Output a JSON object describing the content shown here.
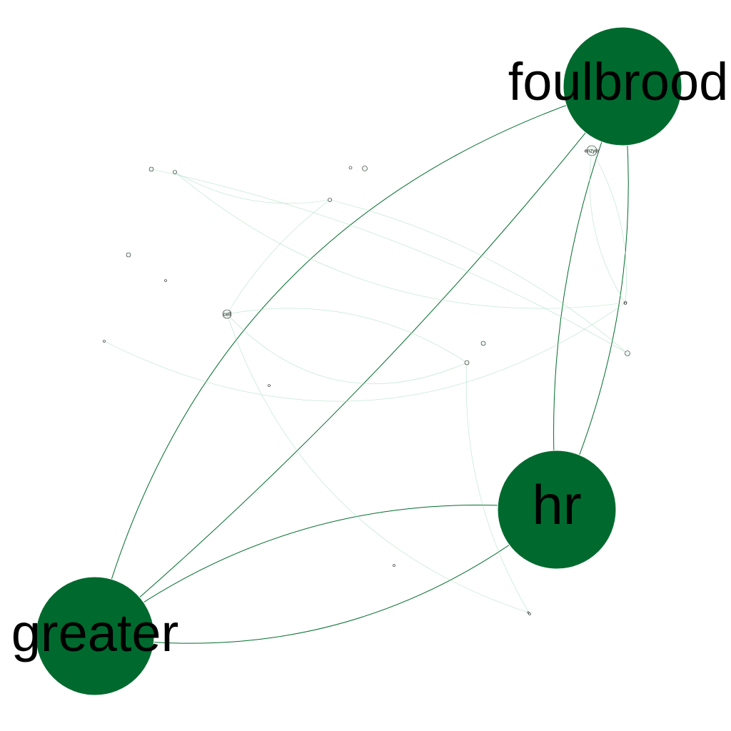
{
  "colors": {
    "hub_fill": "#006a2e",
    "strong_edge": "#006d2c",
    "weak_edge": "#a8dcc0",
    "small_node_fill": "#edf8f1"
  },
  "hubs": [
    {
      "id": "foulbrood",
      "label": "foulbrood"
    },
    {
      "id": "hr",
      "label": "hr"
    },
    {
      "id": "greater",
      "label": "greater"
    }
  ],
  "small_nodes": [
    {
      "id": "enzym",
      "label": "enzym"
    },
    {
      "id": "cell",
      "label": "cell"
    },
    {
      "id": "n3",
      "label": ""
    },
    {
      "id": "n4",
      "label": ""
    },
    {
      "id": "n5",
      "label": ""
    },
    {
      "id": "n6",
      "label": ""
    },
    {
      "id": "n7",
      "label": ""
    },
    {
      "id": "n8",
      "label": ""
    },
    {
      "id": "n9",
      "label": ""
    },
    {
      "id": "n10",
      "label": ""
    },
    {
      "id": "n11",
      "label": ""
    },
    {
      "id": "n12",
      "label": ""
    },
    {
      "id": "n13",
      "label": ""
    },
    {
      "id": "n14",
      "label": ""
    },
    {
      "id": "n15",
      "label": ""
    },
    {
      "id": "n16",
      "label": ""
    },
    {
      "id": "n17",
      "label": ""
    },
    {
      "id": "n18",
      "label": ""
    },
    {
      "id": "n19",
      "label": ""
    }
  ],
  "edges": [
    {
      "from": "foulbrood",
      "to": "greater",
      "strength": "strong"
    },
    {
      "from": "foulbrood",
      "to": "greater",
      "strength": "strong"
    },
    {
      "from": "foulbrood",
      "to": "hr",
      "strength": "strong"
    },
    {
      "from": "foulbrood",
      "to": "hr",
      "strength": "strong"
    },
    {
      "from": "hr",
      "to": "greater",
      "strength": "strong"
    },
    {
      "from": "hr",
      "to": "greater",
      "strength": "strong"
    },
    {
      "from": "enzym",
      "to": "n12",
      "strength": "weak"
    },
    {
      "from": "enzym",
      "to": "n12",
      "strength": "weak"
    },
    {
      "from": "n4",
      "to": "n11",
      "strength": "weak"
    },
    {
      "from": "n4",
      "to": "n7",
      "strength": "weak"
    },
    {
      "from": "n3",
      "to": "n13",
      "strength": "weak"
    },
    {
      "from": "n7",
      "to": "cell",
      "strength": "weak"
    },
    {
      "from": "n7",
      "to": "n13",
      "strength": "weak"
    },
    {
      "from": "cell",
      "to": "n15",
      "strength": "weak"
    },
    {
      "from": "cell",
      "to": "n15",
      "strength": "weak"
    },
    {
      "from": "cell",
      "to": "n19",
      "strength": "weak"
    },
    {
      "from": "n10",
      "to": "n11",
      "strength": "weak"
    },
    {
      "from": "n15",
      "to": "n18",
      "strength": "weak"
    }
  ]
}
